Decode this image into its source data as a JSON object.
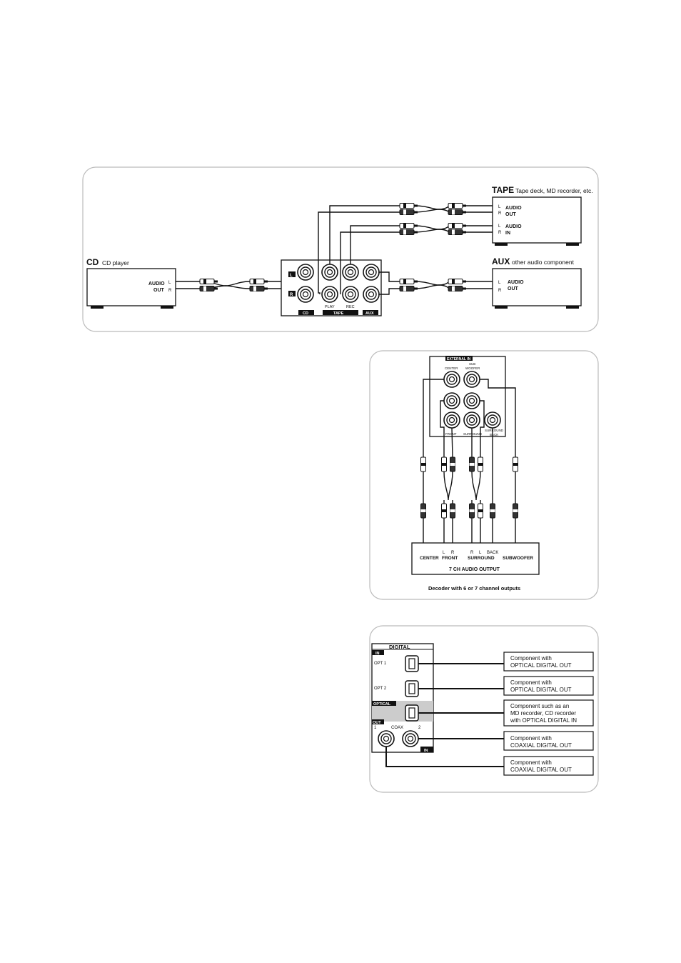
{
  "panel1": {
    "cd": {
      "title": "CD",
      "subtitle": "CD player",
      "port_line1": "AUDIO",
      "port_line2": "OUT",
      "l": "L",
      "r": "R"
    },
    "tape": {
      "title": "TAPE",
      "subtitle": "Tape deck, MD recorder, etc.",
      "out_line1": "AUDIO",
      "out_line2": "OUT",
      "in_line1": "AUDIO",
      "in_line2": "IN",
      "l": "L",
      "r": "R"
    },
    "aux": {
      "title": "AUX",
      "subtitle": "other audio component",
      "port_line1": "AUDIO",
      "port_line2": "OUT",
      "l": "L",
      "r": "R"
    },
    "receiver": {
      "jack_l": "L",
      "jack_r": "R",
      "label_cd": "CD",
      "label_tape": "TAPE",
      "label_aux": "AUX",
      "play": "PLAY",
      "rec": "REC"
    }
  },
  "panel2": {
    "external_in": "EXTERNAL IN",
    "center_top": "CENTER",
    "sub_top1": "SUB",
    "sub_top2": "WOOFER",
    "front_top": "FRONT",
    "surround_top": "SURROUND",
    "back_top1": "SURROUND",
    "back_top2": "BACK",
    "decoder": {
      "center": "CENTER",
      "l": "L",
      "r": "R",
      "front": "FRONT",
      "r2": "R",
      "l2": "L",
      "back": "BACK",
      "surround": "SURROUND",
      "subwoofer": "SUBWOOFER",
      "output": "7 CH AUDIO OUTPUT"
    },
    "caption": "Decoder with 6 or 7 channel outputs"
  },
  "panel3": {
    "digital": "DIGITAL",
    "in_tag": "IN",
    "opt1": "OPT 1",
    "opt2": "OPT 2",
    "optical": "OPTICAL",
    "out_tag": "OUT",
    "coax": "COAX",
    "coax1": "1",
    "coax2": "2",
    "in_tag2": "IN",
    "boxes": [
      {
        "line1": "Component with",
        "line2": "OPTICAL DIGITAL OUT",
        "line3": ""
      },
      {
        "line1": "Component with",
        "line2": "OPTICAL DIGITAL OUT",
        "line3": ""
      },
      {
        "line1": "Component such as an",
        "line2": "MD recorder, CD recorder",
        "line3": "with OPTICAL DIGITAL IN"
      },
      {
        "line1": "Component with",
        "line2": "COAXIAL DIGITAL OUT",
        "line3": ""
      },
      {
        "line1": "Component with",
        "line2": "COAXIAL DIGITAL OUT",
        "line3": ""
      }
    ]
  }
}
